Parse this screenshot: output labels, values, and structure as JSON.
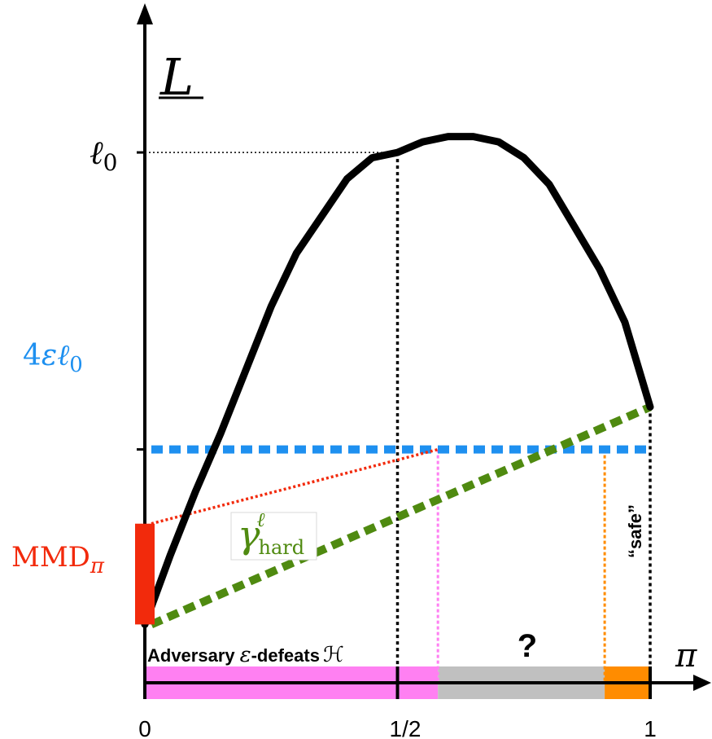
{
  "axes": {
    "y_label": "L",
    "x_label": "π",
    "x_ticks": [
      "0",
      "1/2",
      "1"
    ],
    "y_marks": {
      "ell0": {
        "main": "ℓ",
        "sub": "0"
      },
      "threshold": {
        "coef": "4",
        "eps": "ε",
        "ell": "ℓ",
        "sub": "0"
      },
      "mmd": {
        "main": "MMD",
        "sub": "π"
      }
    }
  },
  "gamma_label": {
    "sym": "γ",
    "sup": "ℓ",
    "sub": "hard"
  },
  "regions": {
    "adversary": {
      "prefix": "Adversary",
      "eps": "ε",
      "mid": "-defeats",
      "H": "ℋ"
    },
    "unknown": "?",
    "safe": "“safe”"
  },
  "colors": {
    "curve": "#000000",
    "threshold": "#1e90f0",
    "mmd": "#f22a0c",
    "red_dotted": "#f22a0c",
    "gamma": "#4f8a10",
    "pink": "#ff80f2",
    "gray": "#c0c0c0",
    "orange": "#ff8c00"
  },
  "chart_data": {
    "type": "line",
    "x": [
      0,
      0.05,
      0.1,
      0.15,
      0.2,
      0.25,
      0.3,
      0.35,
      0.4,
      0.45,
      0.5,
      0.55,
      0.6,
      0.65,
      0.7,
      0.75,
      0.8,
      0.85,
      0.9,
      0.95,
      1.0
    ],
    "series": [
      {
        "values": [
          0.11,
          0.24,
          0.36,
          0.47,
          0.59,
          0.71,
          0.81,
          0.88,
          0.95,
          0.99,
          1.0,
          1.02,
          1.03,
          1.03,
          1.02,
          0.99,
          0.94,
          0.86,
          0.78,
          0.68,
          0.52
        ]
      }
    ],
    "threshold_y": 0.44,
    "mmd_range": [
      0.11,
      0.3
    ],
    "gamma_line": [
      [
        0,
        0.11
      ],
      [
        1,
        0.52
      ]
    ],
    "red_line": [
      [
        0,
        0.3
      ],
      [
        0.58,
        0.44
      ]
    ],
    "markers_x": {
      "half": 0.5,
      "pink": 0.58,
      "orange": 0.91,
      "one": 1.0
    },
    "xlim": [
      0,
      1
    ],
    "ylim": [
      0,
      1.1
    ]
  }
}
